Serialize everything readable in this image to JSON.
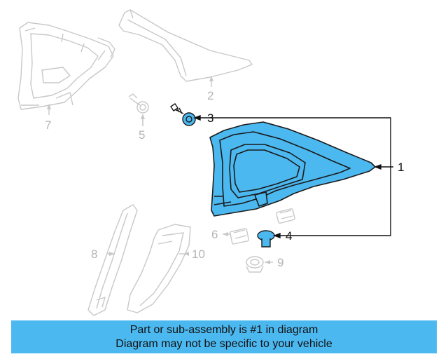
{
  "diagram": {
    "highlight_color": "#4cb8f0",
    "callouts": [
      {
        "id": "1",
        "label": "1",
        "state": "active"
      },
      {
        "id": "2",
        "label": "2",
        "state": "dim"
      },
      {
        "id": "3",
        "label": "3",
        "state": "active"
      },
      {
        "id": "4",
        "label": "4",
        "state": "active"
      },
      {
        "id": "5",
        "label": "5",
        "state": "dim"
      },
      {
        "id": "6",
        "label": "6",
        "state": "dim"
      },
      {
        "id": "7",
        "label": "7",
        "state": "dim"
      },
      {
        "id": "8",
        "label": "8",
        "state": "dim"
      },
      {
        "id": "9",
        "label": "9",
        "state": "dim"
      },
      {
        "id": "10",
        "label": "10",
        "state": "dim"
      }
    ]
  },
  "banner": {
    "line1": "Part or sub-assembly is #1 in diagram",
    "line2": "Diagram may not be specific to your vehicle"
  }
}
